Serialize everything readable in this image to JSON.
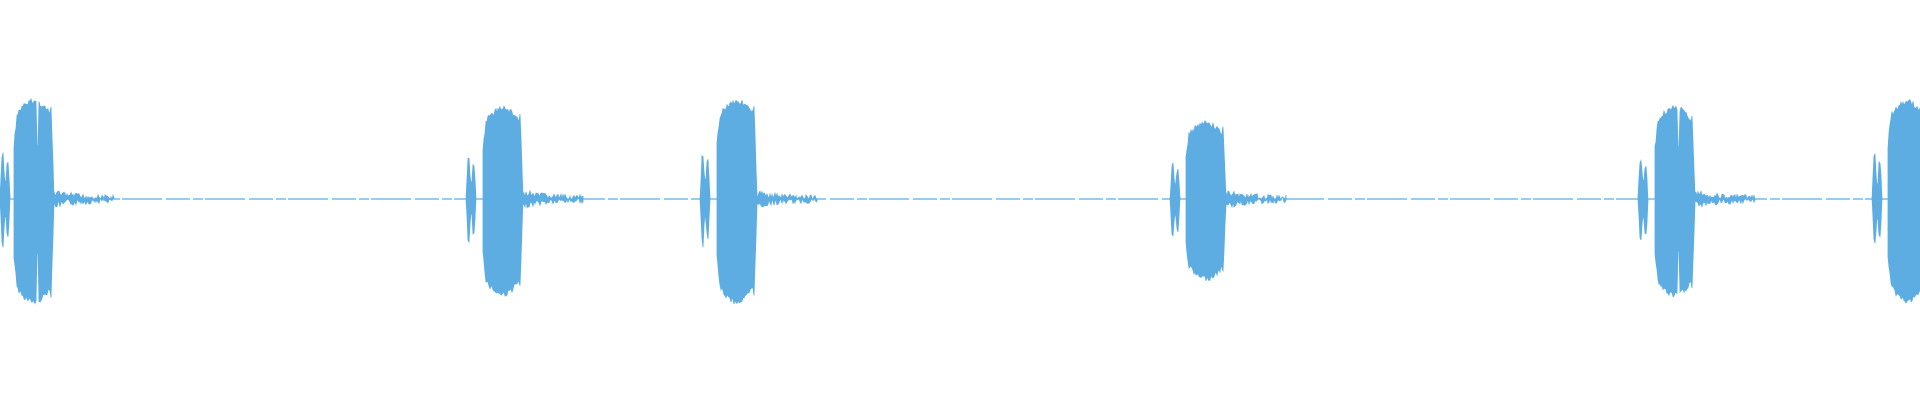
{
  "waveform": {
    "color": "#5DADE2",
    "background": "#FFFFFF",
    "bursts": [
      {
        "shape": "double",
        "peak": 0.93
      },
      {
        "shape": "single",
        "peak": 0.86
      },
      {
        "shape": "single",
        "peak": 0.93
      },
      {
        "shape": "double-small",
        "peak": 0.78
      },
      {
        "shape": "double",
        "peak": 0.87
      },
      {
        "shape": "double-clipped",
        "peak": 0.92
      }
    ]
  }
}
